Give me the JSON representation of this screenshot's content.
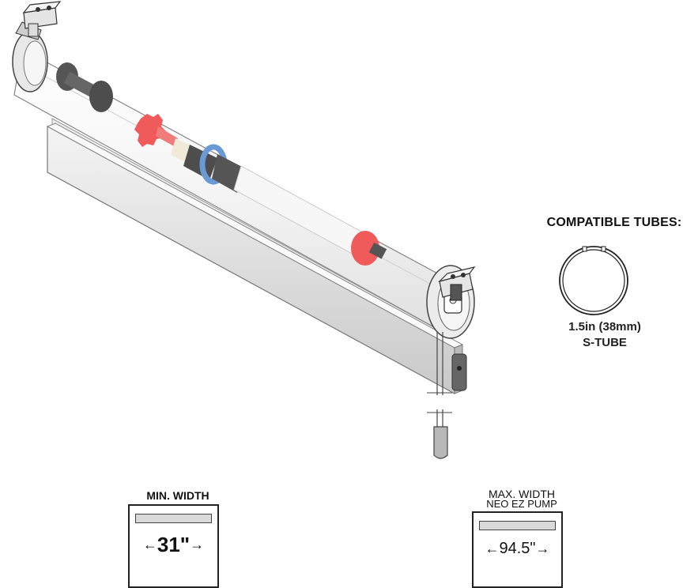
{
  "compatible": {
    "title": "COMPATIBLE TUBES:",
    "tube_size": "1.5in (38mm)",
    "tube_type": "S-TUBE"
  },
  "min_width": {
    "label": "MIN. WIDTH",
    "value": "31\""
  },
  "max_width": {
    "label_line1": "MAX. WIDTH",
    "label_line2": "NEO EZ PUMP",
    "value": "94.5\""
  },
  "icons": [
    "roller-shade-illustration",
    "tube-cross-section-icon",
    "left-arrow-icon",
    "right-arrow-icon"
  ],
  "colors": {
    "accent_red": "#f05a5a",
    "accent_blue": "#6a9ad6",
    "dark_part": "#555555",
    "fabric_gray": "#e2e2e2"
  }
}
